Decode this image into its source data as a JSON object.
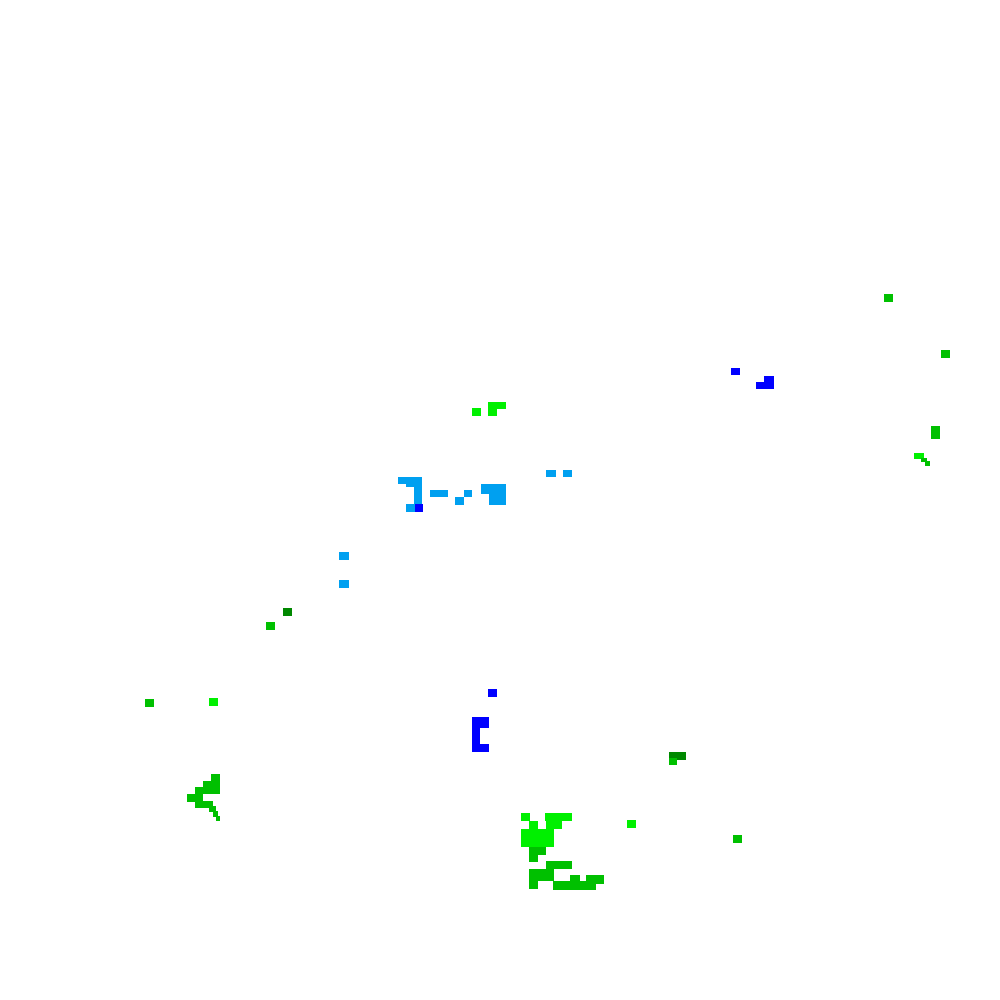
{
  "map": {
    "background": "#ffffff",
    "palette": {
      "green_bright": "#00f000",
      "green_mid": "#00c000",
      "green_dark": "#008800",
      "blue_light": "#00a0f0",
      "blue_dark": "#0000ff"
    },
    "clusters": [
      {
        "name": "cluster-ne-green",
        "color_key": "green_mid"
      },
      {
        "name": "cluster-ne-blue",
        "color_key": "blue_dark"
      },
      {
        "name": "cluster-center-green",
        "color_key": "green_bright"
      },
      {
        "name": "cluster-center-lightblue",
        "color_key": "blue_light"
      },
      {
        "name": "cluster-west-green",
        "color_key": "green_mid"
      },
      {
        "name": "cluster-south-blue",
        "color_key": "blue_dark"
      },
      {
        "name": "cluster-south-green",
        "color_key": "green_bright"
      },
      {
        "name": "cluster-sw-green",
        "color_key": "green_mid"
      }
    ]
  }
}
